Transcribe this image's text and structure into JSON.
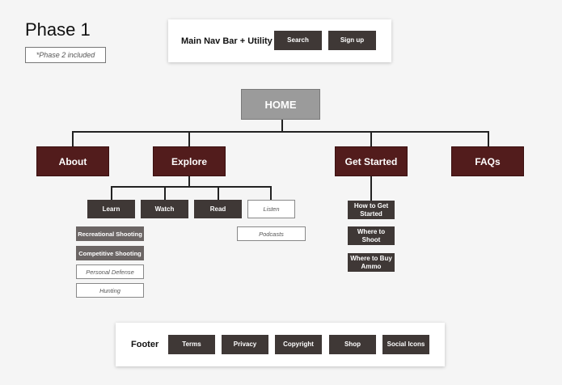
{
  "phase": {
    "title": "Phase 1",
    "note": "*Phase 2 included"
  },
  "header": {
    "label": "Main Nav Bar + Utility",
    "search": "Search",
    "signup": "Sign up"
  },
  "home": "HOME",
  "main_nav": {
    "about": "About",
    "explore": "Explore",
    "get_started": "Get Started",
    "faqs": "FAQs"
  },
  "explore": {
    "learn": "Learn",
    "watch": "Watch",
    "read": "Read",
    "listen": "Listen",
    "podcasts": "Podcasts",
    "learn_items": [
      "Recreational Shooting",
      "Competitive Shooting",
      "Personal Defense",
      "Hunting"
    ]
  },
  "get_started": {
    "items": [
      "How to Get Started",
      "Where to Shoot",
      "Where to Buy Ammo"
    ]
  },
  "footer": {
    "label": "Footer",
    "links": [
      "Terms",
      "Privacy",
      "Copyright",
      "Shop",
      "Social Icons"
    ]
  },
  "colors": {
    "main_nav": "#521c1c",
    "sub_node": "#3f3836",
    "home": "#9b9b9b"
  }
}
